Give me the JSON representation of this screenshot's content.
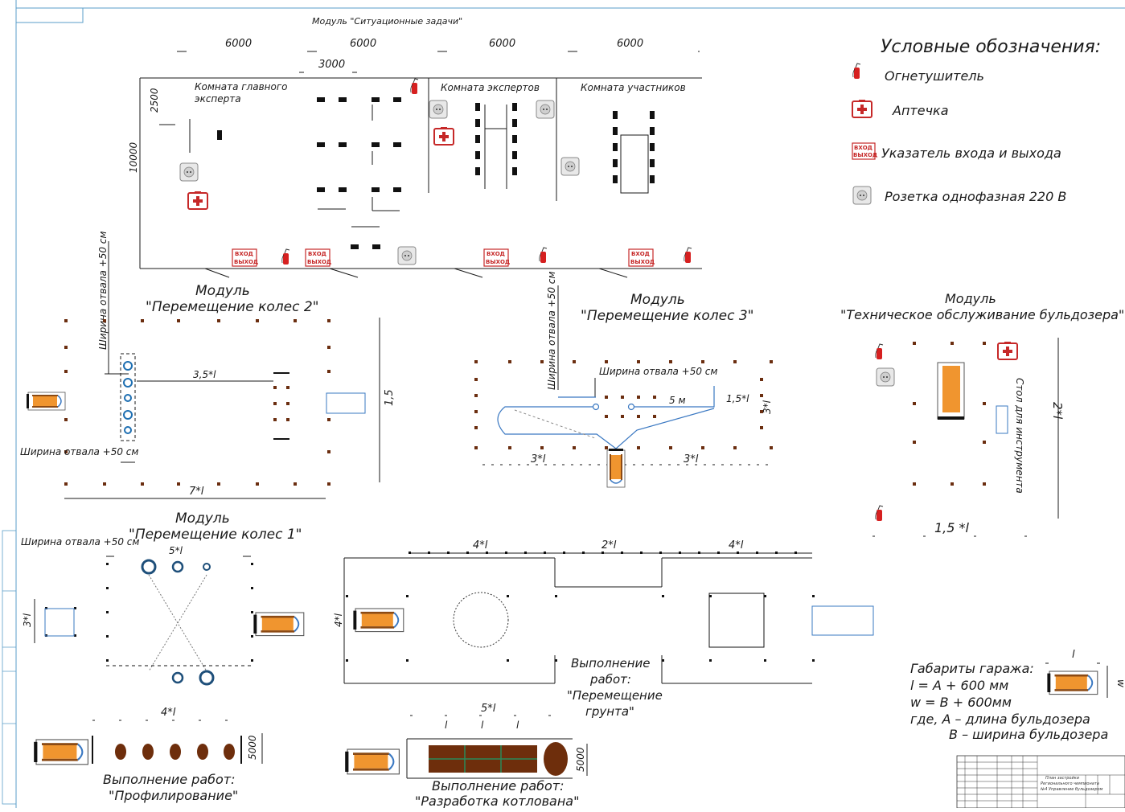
{
  "top_plan": {
    "module_situational": "Модуль \"Ситуационные задачи\"",
    "dim_6000": "6000",
    "dim_3000": "3000",
    "dim_2500": "2500",
    "dim_10000": "10000",
    "room_head_expert": "Комната главного эксперта",
    "room_experts": "Комната экспертов",
    "room_participants": "Комната участников",
    "sign_in": "ВХОД",
    "sign_out": "ВЫХОД"
  },
  "legend": {
    "title": "Условные обозначения:",
    "extinguisher": "Огнетушитель",
    "first_aid": "Аптечка",
    "exit_sign": "Указатель входа и выхода",
    "socket": "Розетка однофазная 220 В",
    "sign_in": "ВХОД",
    "sign_out": "ВЫХОД"
  },
  "module_wheels2": {
    "title": "Модуль",
    "subtitle": "\"Перемещение колес 2\"",
    "blade_vertical": "Ширина отвала +50 см",
    "blade_bottom": "Ширина отвала +50 см",
    "dim_35l": "3,5*l",
    "dim_15": "1,5",
    "dim_7l": "7*l"
  },
  "module_wheels3": {
    "title": "Модуль",
    "subtitle": "\"Перемещение колес 3\"",
    "blade_vertical": "Ширина отвала +50 см",
    "blade_top": "Ширина отвала +50 см",
    "dim_5m": "5 м",
    "dim_15l": "1,5*l",
    "dim_3l_right": "3*l",
    "dim_3l_a": "3*l",
    "dim_3l_b": "3*l"
  },
  "module_maintenance": {
    "title": "Модуль",
    "subtitle": "\"Техническое обслуживание бульдозера\"",
    "tool_table": "Стол для инструмента",
    "dim_2l": "2*l",
    "dim_15l": "1,5 *l"
  },
  "module_wheels1": {
    "title": "Модуль",
    "subtitle": "\"Перемещение колес 1\"",
    "blade": "Ширина отвала +50 см",
    "dim_5l": "5*l",
    "dim_3l": "3*l"
  },
  "module_soil": {
    "dim_4l_a": "4*l",
    "dim_2l": "2*l",
    "dim_4l_b": "4*l",
    "dim_4l_side": "4*l",
    "caption_1": "Выполнение",
    "caption_2": "работ:",
    "caption_3": "\"Перемещение",
    "caption_4": "грунта\""
  },
  "module_profiling": {
    "dim_4l": "4*l",
    "dim_5000": "5000",
    "caption_1": "Выполнение работ:",
    "caption_2": "\"Профилирование\""
  },
  "module_pit": {
    "dim_5l": "5*l",
    "dim_l": "l",
    "dim_5000": "5000",
    "caption_1": "Выполнение работ:",
    "caption_2": "\"Разработка котлована\""
  },
  "garage": {
    "title": "Габариты гаража:",
    "line_l": "l = A + 600 мм",
    "line_w": "w = B + 600мм",
    "line_where": "где,  A – длина бульдозера",
    "line_b": "B – ширина бульдозера",
    "dim_l": "l",
    "dim_w": "w"
  },
  "stamp": {
    "title_1": "План застройки",
    "title_2": "Регионального чемпионата",
    "title_3": "№4 Управление бульдозером"
  },
  "colors": {
    "dozer_orange": "#f0952f",
    "brick": "#6b2e10",
    "pit_brown": "#6e2e0c",
    "accent_blue": "#3a78c2",
    "sign_red": "#c62828"
  }
}
